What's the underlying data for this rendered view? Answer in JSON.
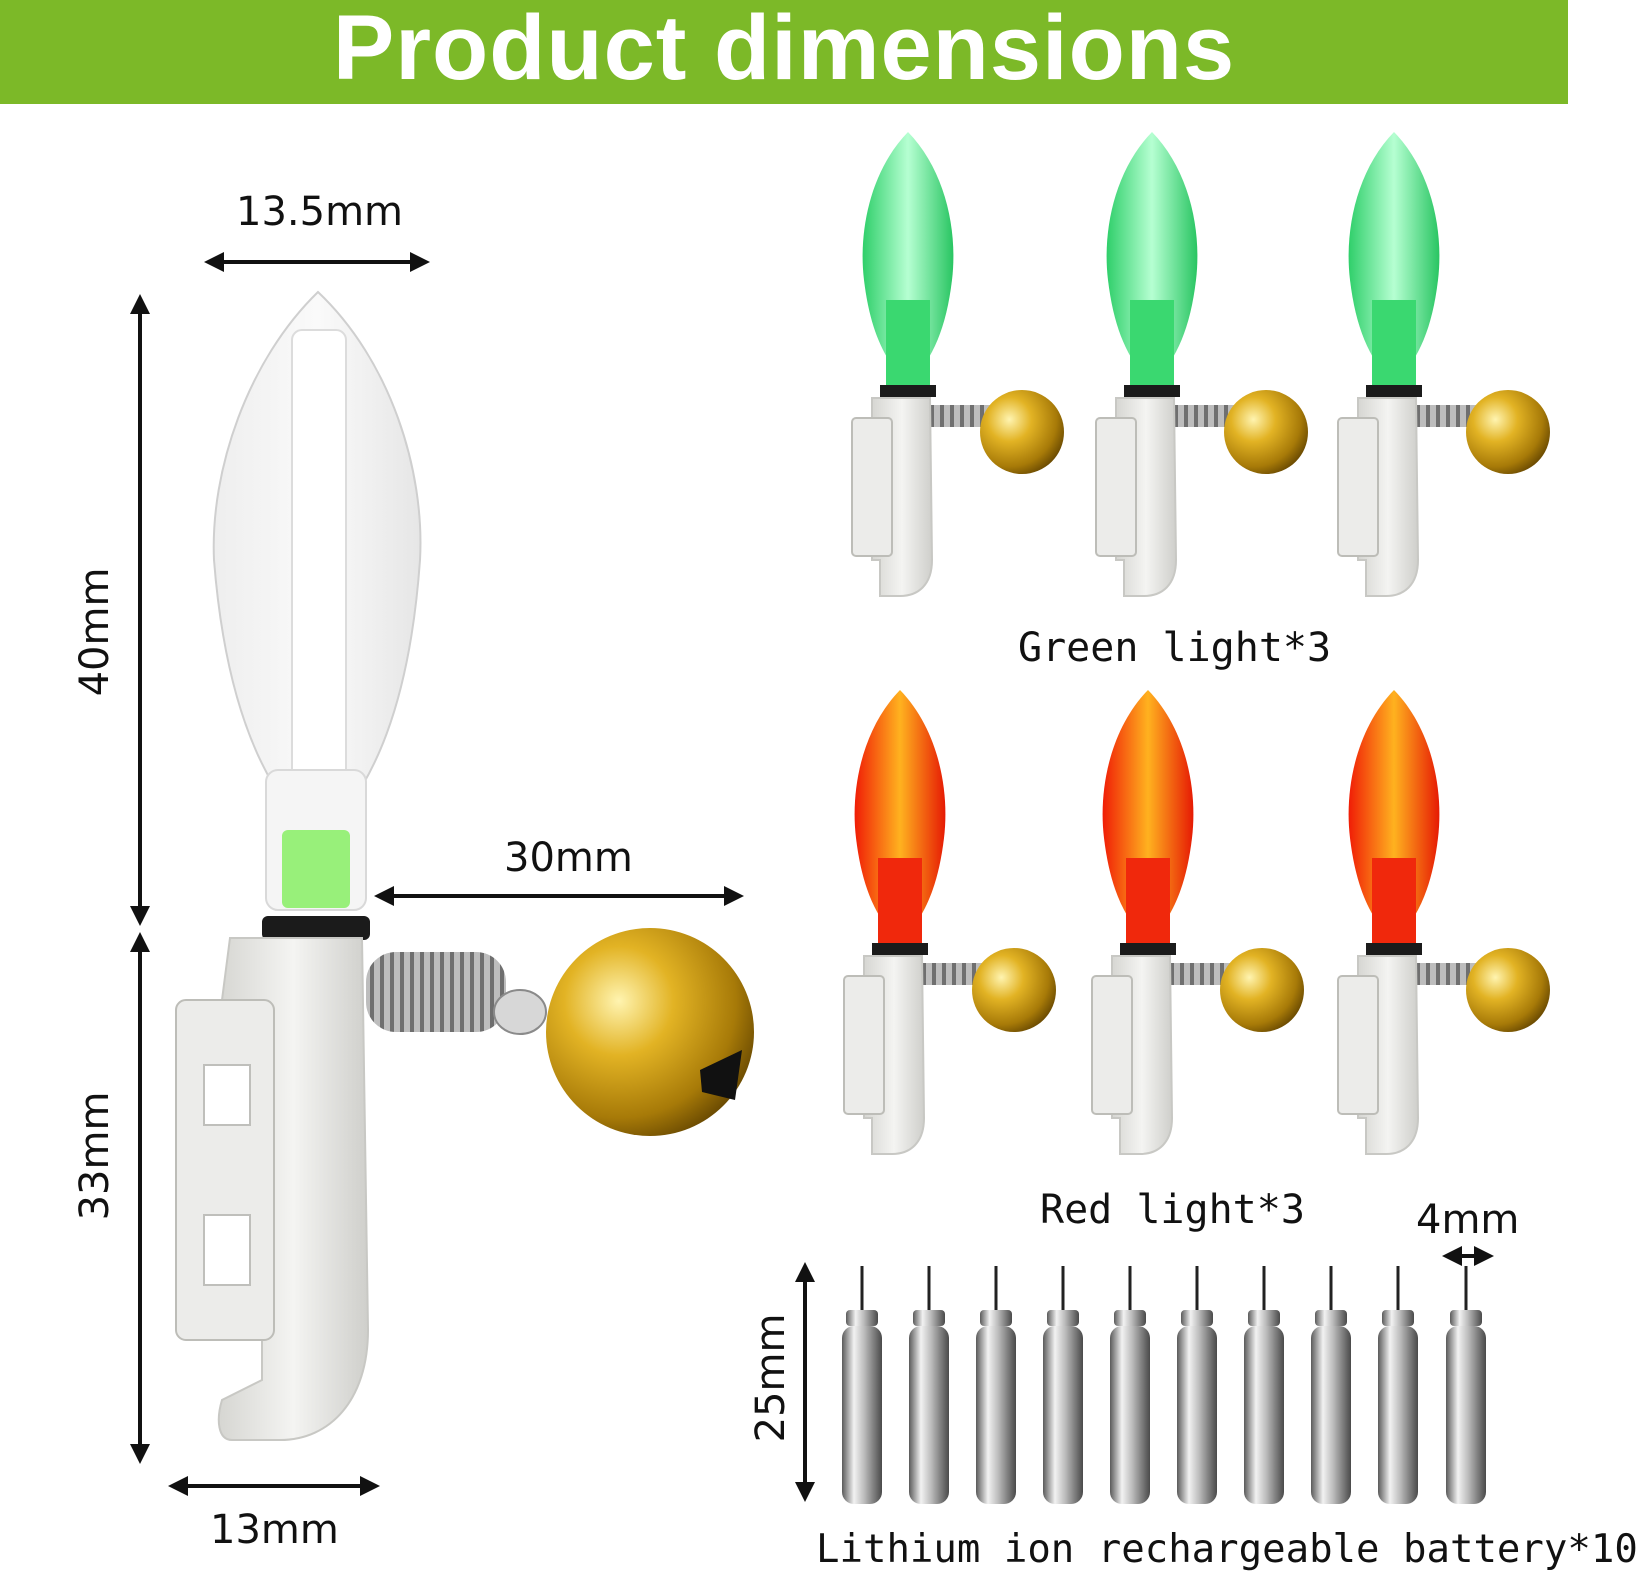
{
  "header": {
    "title": "Product dimensions"
  },
  "dimensions": {
    "tip_width": "13.5mm",
    "upper_height": "40mm",
    "spring_length": "30mm",
    "body_height": "33mm",
    "base_width": "13mm",
    "battery_length": "25mm",
    "battery_diameter": "4mm"
  },
  "captions": {
    "green": "Green light*3",
    "red": "Red light*3",
    "battery": "Lithium ion rechargeable battery*10"
  },
  "colors": {
    "banner": "#7cb928",
    "green_light": "#3ddc84",
    "red_light": "#ff3b1a",
    "bell_gold": "#d9a514",
    "body_white": "#e9e9e6"
  }
}
